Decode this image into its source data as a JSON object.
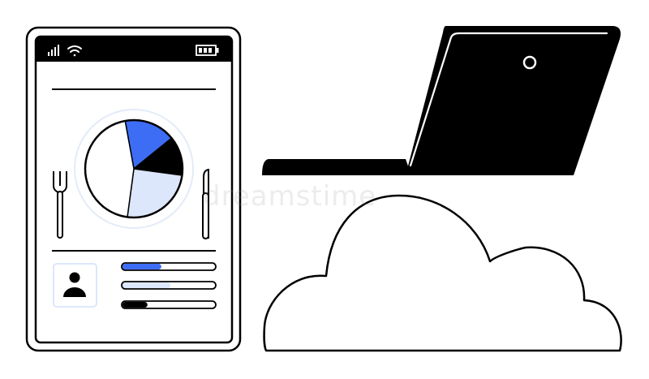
{
  "colors": {
    "accent": "#3d6df5",
    "accent_light": "#dde7fb",
    "ink": "#000000",
    "paper": "#ffffff",
    "ring": "#e3ebf8"
  },
  "phone": {
    "status_bar": {
      "icons": [
        "signal-icon",
        "wifi-icon",
        "battery-icon"
      ]
    },
    "pie_chart": {
      "slices": [
        {
          "name": "blue",
          "share": 0.17,
          "color": "#3d6df5"
        },
        {
          "name": "black",
          "share": 0.13,
          "color": "#000000"
        },
        {
          "name": "light",
          "share": 0.25,
          "color": "#dde7fb"
        },
        {
          "name": "white",
          "share": 0.45,
          "color": "#ffffff"
        }
      ]
    },
    "cutlery": [
      "fork-icon",
      "knife-icon"
    ],
    "profile_icon": "user-icon",
    "progress_bars": [
      {
        "level": 0.42,
        "color": "#3d6df5"
      },
      {
        "level": 0.52,
        "color": "#dde7fb"
      },
      {
        "level": 0.27,
        "color": "#000000"
      }
    ]
  },
  "laptop": {
    "icon": "laptop-icon"
  },
  "cloud": {
    "icon": "cloud-icon"
  },
  "watermark": {
    "text": "dreamstime"
  }
}
